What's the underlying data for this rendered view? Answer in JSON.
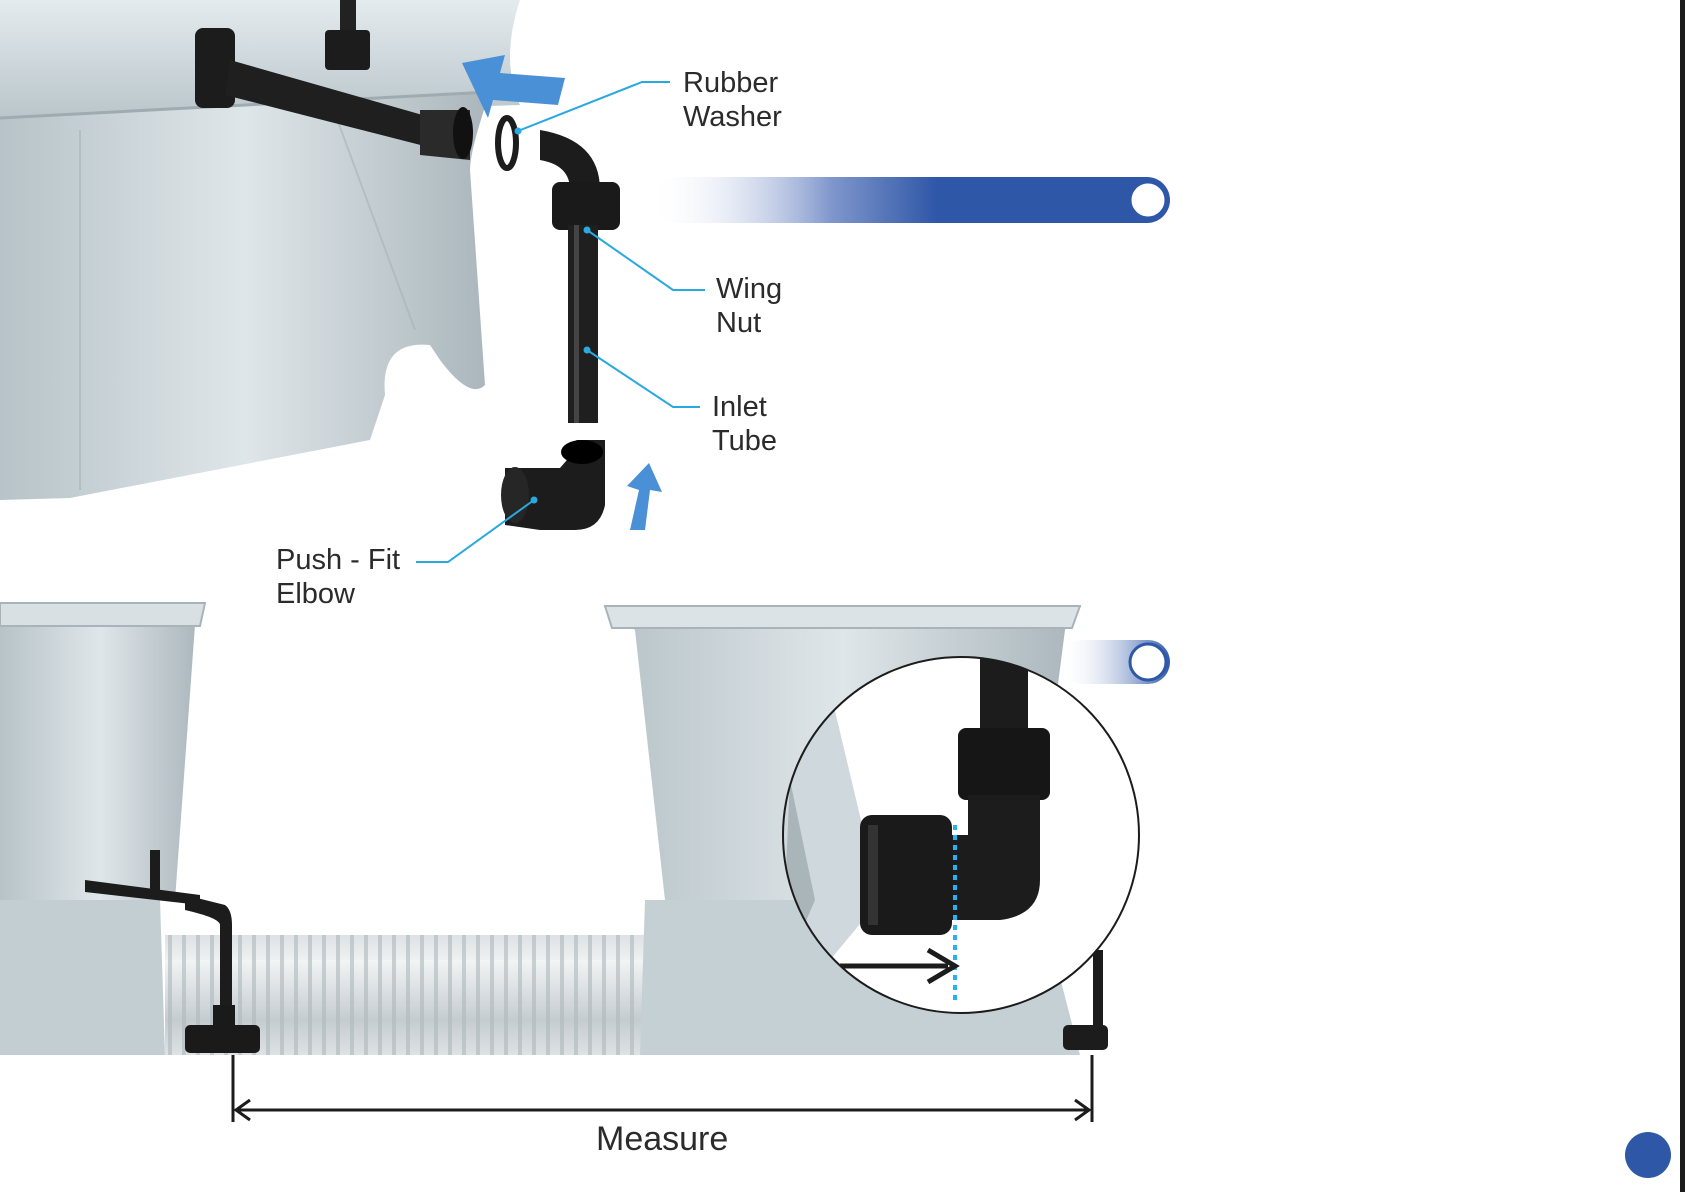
{
  "labels": {
    "rubber_washer": [
      "Rubber",
      "Washer"
    ],
    "wing_nut": [
      "Wing",
      "Nut"
    ],
    "inlet_tube": [
      "Inlet",
      "Tube"
    ],
    "push_fit_elbow": [
      "Push - Fit",
      "Elbow"
    ],
    "measure": "Measure"
  },
  "colors": {
    "accent_blue": "#2f57a8",
    "arrow_blue": "#4a90d6",
    "leader_cyan": "#2aa8e0",
    "fitting_black": "#1c1c1c",
    "tank_grey": "#c9d3d8",
    "dotted_line": "#29b0ef"
  },
  "icons": [
    "direction-arrow-icon",
    "dimension-arrow-icon"
  ]
}
